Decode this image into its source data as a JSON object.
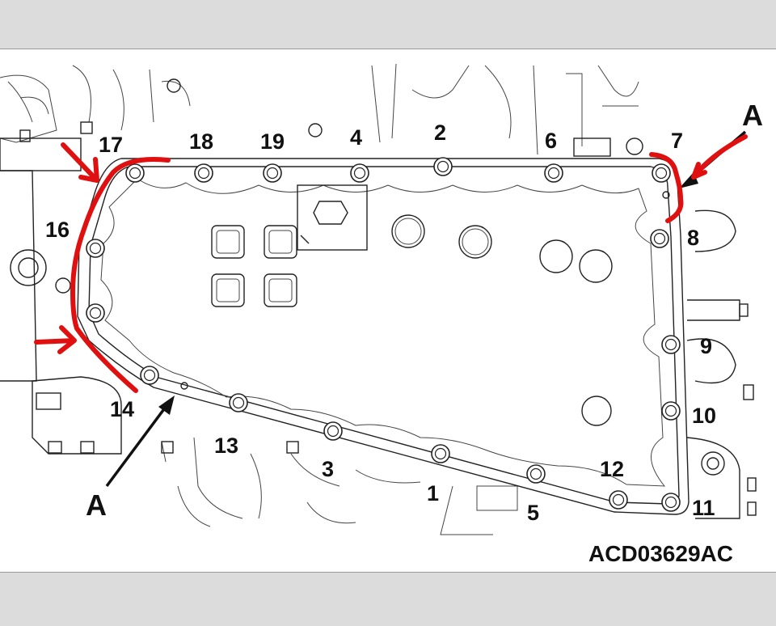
{
  "colors": {
    "page_background": "#dcdcdc",
    "diagram_background": "#ffffff",
    "line": "#222222",
    "annotation": "#e01010"
  },
  "bolts": [
    {
      "label": "1"
    },
    {
      "label": "2"
    },
    {
      "label": "3"
    },
    {
      "label": "4"
    },
    {
      "label": "5"
    },
    {
      "label": "6"
    },
    {
      "label": "7"
    },
    {
      "label": "8"
    },
    {
      "label": "9"
    },
    {
      "label": "10"
    },
    {
      "label": "11"
    },
    {
      "label": "12"
    },
    {
      "label": "13"
    },
    {
      "label": "14"
    },
    {
      "label": "16"
    },
    {
      "label": "17"
    },
    {
      "label": "18"
    },
    {
      "label": "19"
    }
  ],
  "markers": [
    {
      "label": "A"
    },
    {
      "label": "A"
    }
  ],
  "figure_code": "ACD03629AC"
}
